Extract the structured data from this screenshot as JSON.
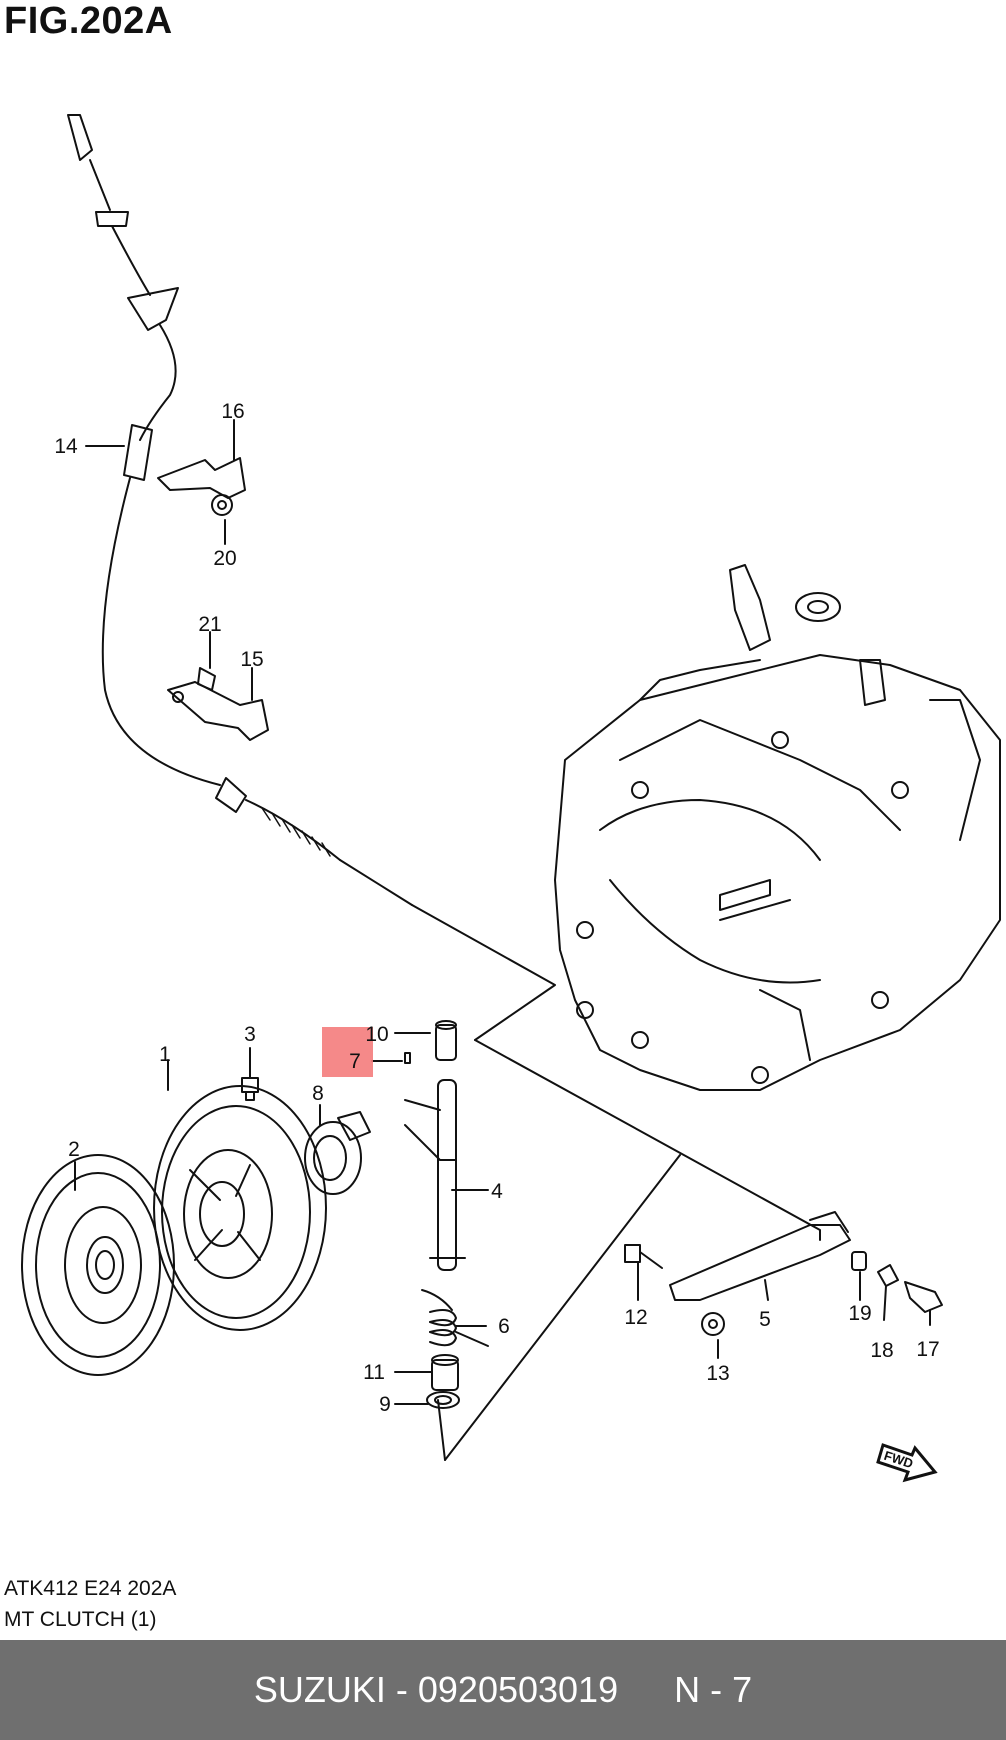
{
  "figure": {
    "title": "FIG.202A",
    "code": "ATK412 E24 202A",
    "name": "MT CLUTCH (1)"
  },
  "callouts": [
    "1",
    "2",
    "3",
    "4",
    "5",
    "6",
    "7",
    "8",
    "9",
    "10",
    "11",
    "12",
    "13",
    "14",
    "15",
    "16",
    "17",
    "18",
    "19",
    "20",
    "21"
  ],
  "highlight": {
    "part": "7",
    "color": "#f47c7c"
  },
  "fwd_label": "FWD",
  "footer": {
    "brand_part": "SUZUKI - 0920503019",
    "page": "N - 7",
    "background": "#6f6f6f"
  }
}
